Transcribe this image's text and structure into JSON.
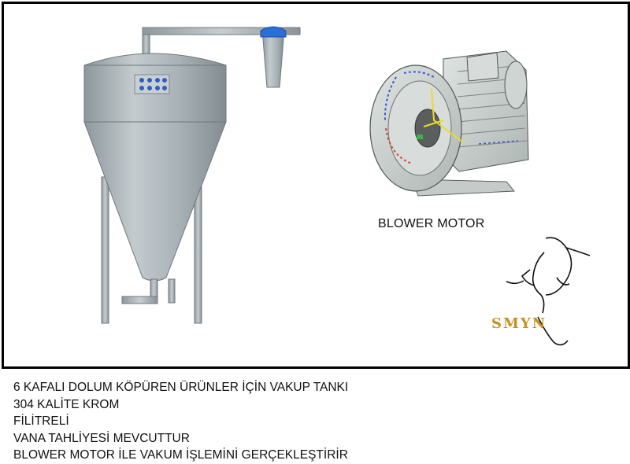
{
  "diagram": {
    "motor_label": "BLOWER MOTOR",
    "logo_text": "SMYN",
    "colors": {
      "frame": "#000000",
      "steel": "#a9b2b7",
      "steel_dark": "#7f898f",
      "cap": "#2a6fd6",
      "badge_dots": "#2d5fd4",
      "logo_gold": "#c8901e",
      "motor_arrows": "#e8dc2a"
    }
  },
  "captions": [
    "6 KAFALI DOLUM KÖPÜREN ÜRÜNLER İÇİN VAKUP TANKI",
    "304 KALİTE KROM",
    "FİLİTRELİ",
    "VANA TAHLİYESİ MEVCUTTUR",
    "BLOWER MOTOR İLE VAKUM İŞLEMİNİ GERÇEKLEŞTİRİR"
  ]
}
